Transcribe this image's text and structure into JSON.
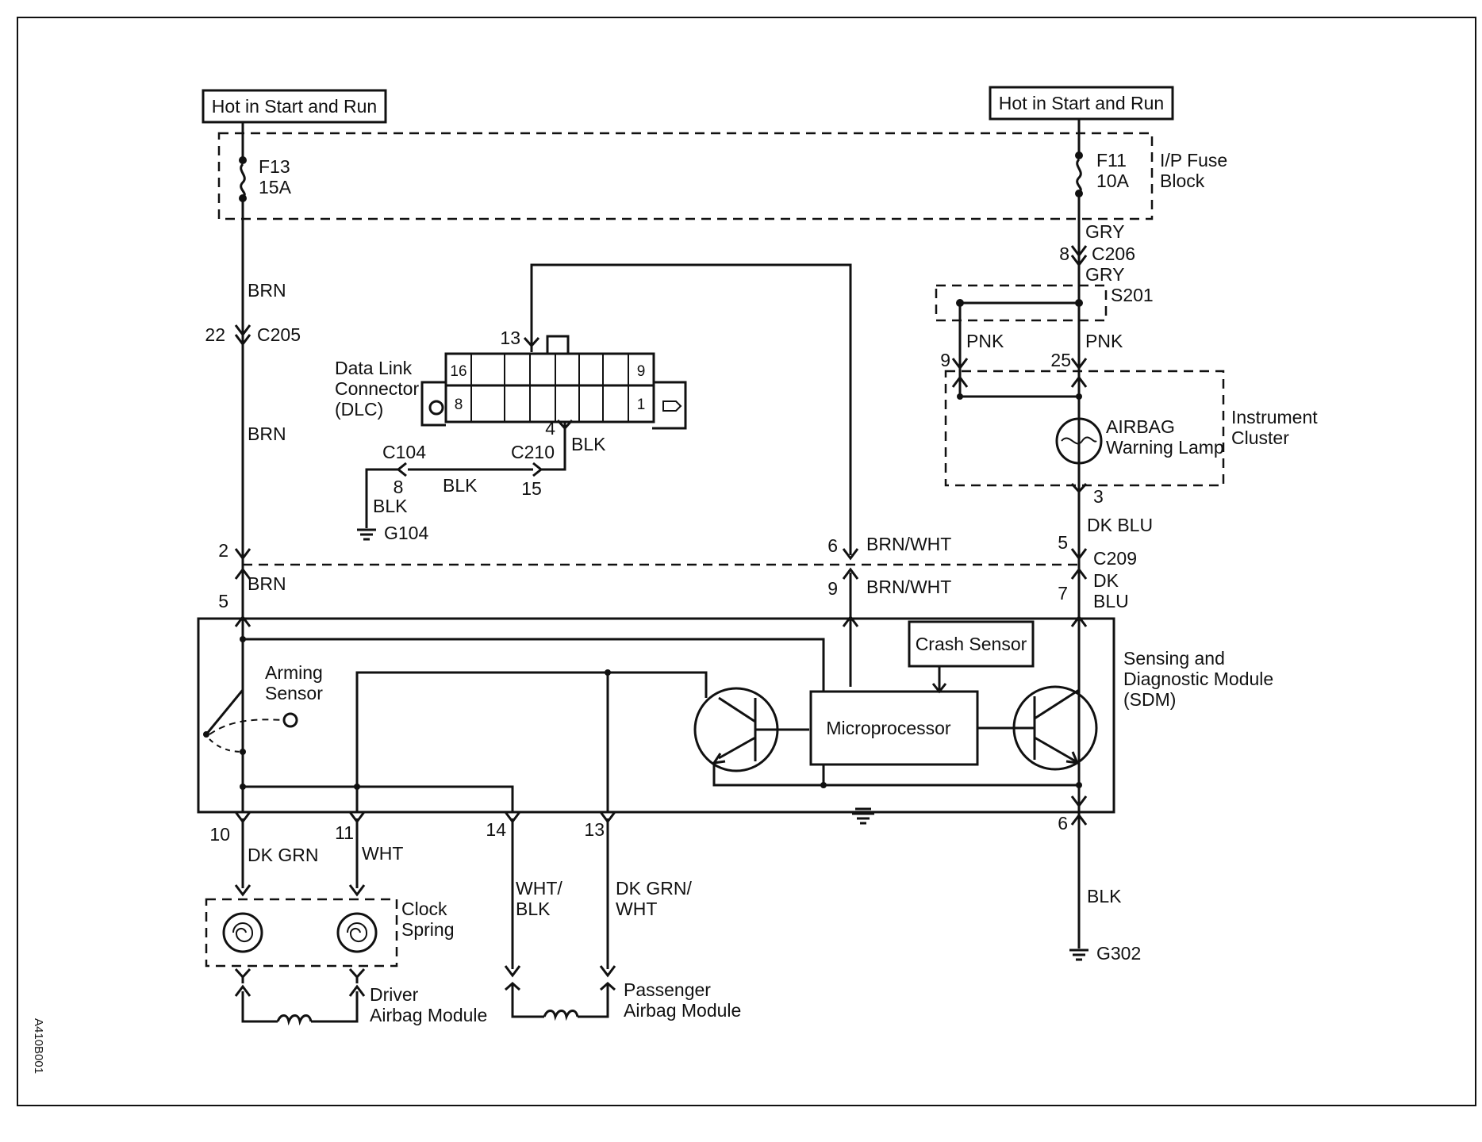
{
  "power": {
    "left_label": "Hot in Start and Run",
    "right_label": "Hot in Start and Run"
  },
  "fuses": {
    "f13_name": "F13",
    "f13_rating": "15A",
    "f11_name": "F11",
    "f11_rating": "10A",
    "block_line1": "I/P Fuse",
    "block_line2": "Block"
  },
  "left_circuit": {
    "wire_brn_1": "BRN",
    "pin_22": "22",
    "c205": "C205",
    "wire_brn_2": "BRN",
    "pin_2": "2",
    "wire_brn_3": "BRN",
    "pin_5": "5"
  },
  "dlc": {
    "line1": "Data Link",
    "line2": "Connector",
    "line3": "(DLC)",
    "pin_13": "13",
    "pin_16": "16",
    "pin_9": "9",
    "pin_8": "8",
    "pin_1": "1",
    "pin_4": "4",
    "wire_blk_a": "BLK",
    "c104": "C104",
    "c210": "C210",
    "pin_c104_8": "8",
    "pin_c210_15": "15",
    "wire_blk_b": "BLK",
    "wire_blk_c": "BLK",
    "g104": "G104"
  },
  "right_circuit": {
    "wire_gry_1": "GRY",
    "pin_8": "8",
    "c206": "C206",
    "wire_gry_2": "GRY",
    "s201": "S201",
    "wire_pnk_1": "PNK",
    "wire_pnk_2": "PNK",
    "pin_9": "9",
    "pin_25": "25",
    "lamp_line1": "AIRBAG",
    "lamp_line2": "Warning Lamp",
    "cluster_line1": "Instrument",
    "cluster_line2": "Cluster",
    "pin_3": "3",
    "wire_dkblu_1": "DK BLU",
    "pin_5": "5",
    "c209": "C209",
    "pin_7": "7",
    "wire_dkblu_2a": "DK",
    "wire_dkblu_2b": "BLU",
    "pin_6": "6",
    "wire_blk": "BLK",
    "g302": "G302"
  },
  "middle_circuit": {
    "pin_6": "6",
    "wire_brnwht_1": "BRN/WHT",
    "pin_9": "9",
    "wire_brnwht_2": "BRN/WHT"
  },
  "sdm": {
    "line1": "Sensing and",
    "line2": "Diagnostic Module",
    "line3": "(SDM)",
    "arming_line1": "Arming",
    "arming_line2": "Sensor",
    "crash_sensor": "Crash Sensor",
    "microprocessor": "Microprocessor"
  },
  "outputs": {
    "pin_10": "10",
    "wire_dkgrn": "DK GRN",
    "pin_11": "11",
    "wire_wht": "WHT",
    "pin_14": "14",
    "wire_whtblk_a": "WHT/",
    "wire_whtblk_b": "BLK",
    "pin_13": "13",
    "wire_dkgrnwht_a": "DK GRN/",
    "wire_dkgrnwht_b": "WHT",
    "clock_line1": "Clock",
    "clock_line2": "Spring",
    "driver_line1": "Driver",
    "driver_line2": "Airbag Module",
    "passenger_line1": "Passenger",
    "passenger_line2": "Airbag Module"
  },
  "figure_id": "A410B001"
}
